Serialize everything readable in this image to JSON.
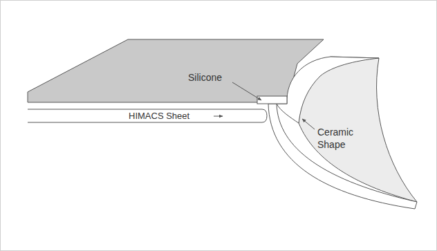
{
  "diagram": {
    "labels": [
      "Silicone",
      "HIMACS Sheet",
      "Ceramic Shape"
    ]
  }
}
